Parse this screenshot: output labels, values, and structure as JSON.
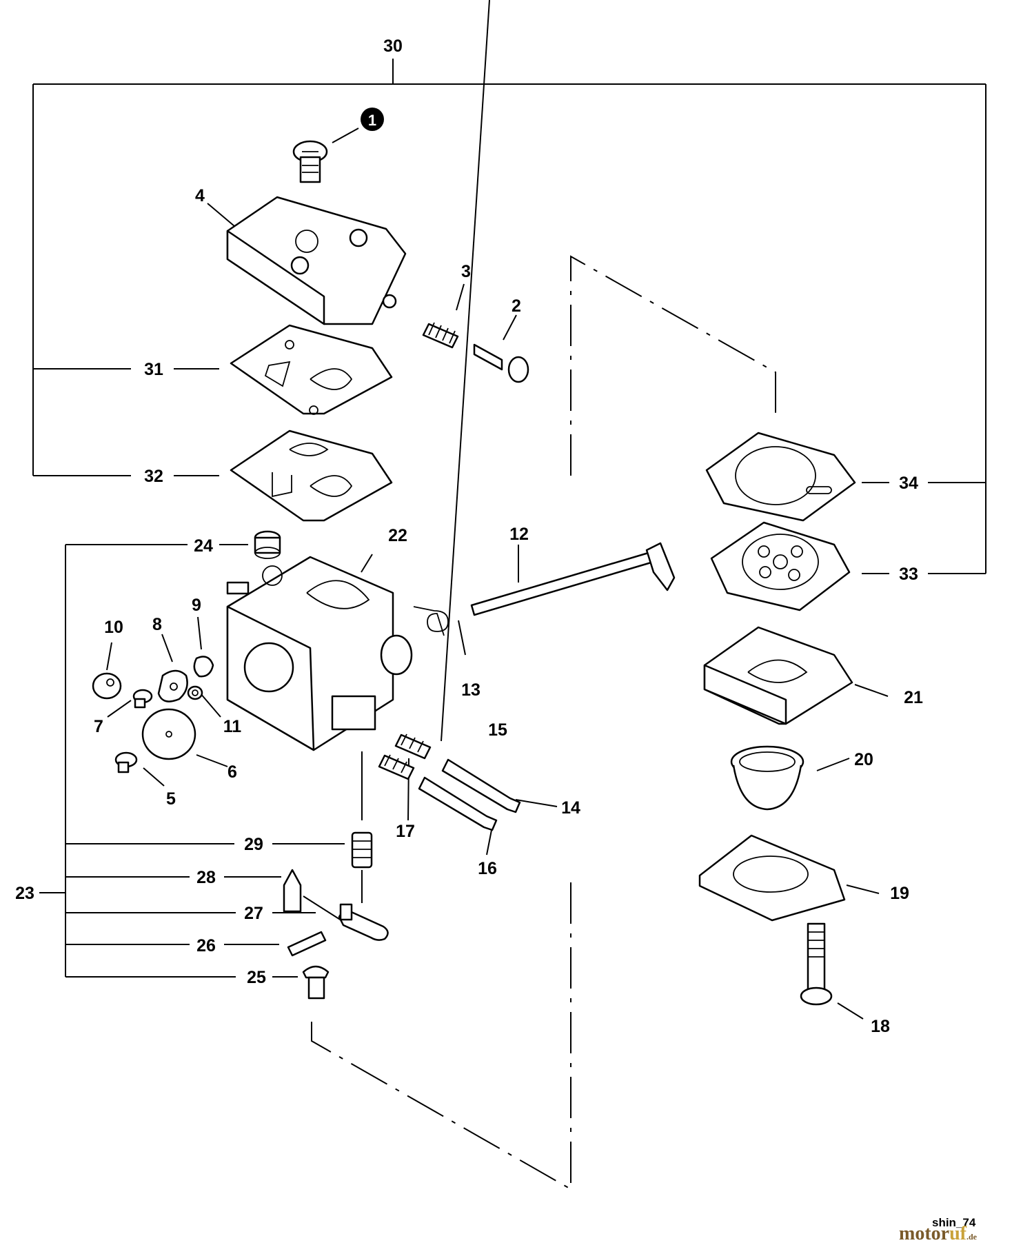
{
  "labels": {
    "c1": "1",
    "c2": "2",
    "c3": "3",
    "c4": "4",
    "c5": "5",
    "c6": "6",
    "c7": "7",
    "c8": "8",
    "c9": "9",
    "c10": "10",
    "c11": "11",
    "c12": "12",
    "c13": "13",
    "c14": "14",
    "c15": "15",
    "c16": "16",
    "c17": "17",
    "c18": "18",
    "c19": "19",
    "c20": "20",
    "c21": "21",
    "c22": "22",
    "c23": "23",
    "c24": "24",
    "c25": "25",
    "c26": "26",
    "c27": "27",
    "c28": "28",
    "c29": "29",
    "c30": "30",
    "c31": "31",
    "c32": "32",
    "c33": "33",
    "c34": "34"
  },
  "footer": {
    "code": "shin_74",
    "brand_a": "motor",
    "brand_b": "uf",
    "brand_tld": ".de"
  }
}
